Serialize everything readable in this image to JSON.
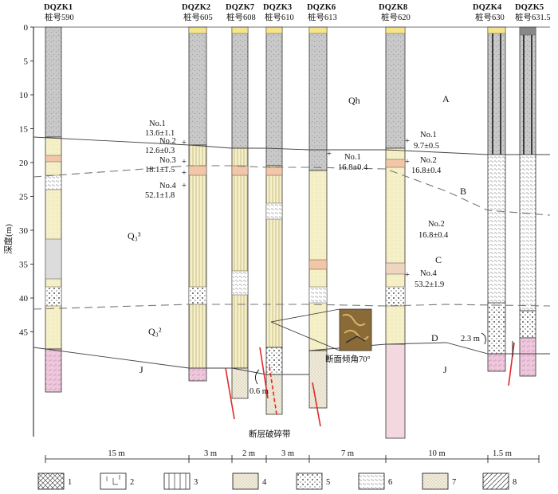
{
  "yaxis": {
    "label": "深度(m)",
    "ticks": [
      0,
      5,
      10,
      15,
      20,
      25,
      30,
      35,
      40,
      45
    ]
  },
  "boreholes": [
    {
      "id": "DQZK1",
      "pile": "桩号590"
    },
    {
      "id": "DQZK2",
      "pile": "桩号605"
    },
    {
      "id": "DQZK7",
      "pile": "桩号608"
    },
    {
      "id": "DQZK3",
      "pile": "桩号610"
    },
    {
      "id": "DQZK6",
      "pile": "桩号613"
    },
    {
      "id": "DQZK8",
      "pile": "桩号620"
    },
    {
      "id": "DQZK4",
      "pile": "桩号630"
    },
    {
      "id": "DQZK5",
      "pile": "桩号631.5"
    }
  ],
  "strata_labels": {
    "qh": "Qh",
    "q3": "Q₃³",
    "q3b": "Q₃²",
    "j_left": "J",
    "j_right": "J",
    "layer_a": "A",
    "layer_b": "B",
    "layer_c": "C",
    "layer_d": "D"
  },
  "samples": [
    {
      "no": "No.1",
      "age": "13.6±1.1"
    },
    {
      "no": "No.2",
      "age": "12.6±0.3"
    },
    {
      "no": "No.3",
      "age": "18.1±1.5"
    },
    {
      "no": "No.4",
      "age": "52.1±1.8"
    },
    {
      "no": "No.1",
      "age": "16.8±0.4"
    },
    {
      "no": "No.1",
      "age": "9.7±0.5"
    },
    {
      "no": "No.2",
      "age": "16.8±0.4"
    },
    {
      "no": "No.2",
      "age": "16.8±0.4"
    },
    {
      "no": "No.4",
      "age": "53.2±1.9"
    }
  ],
  "annotations": {
    "dip": "断面倾角70°",
    "fault_zone": "断层破碎带",
    "offset_left": "0.6 m",
    "offset_right": "2.3 m"
  },
  "spacing": [
    "15 m",
    "3 m",
    "2 m",
    "3 m",
    "7 m",
    "10 m",
    "1.5 m"
  ],
  "legend": [
    "1",
    "2",
    "3",
    "4",
    "5",
    "6",
    "7",
    "8"
  ],
  "colors": {
    "gray_fill": "#c9c9c9",
    "cream_fill": "#f6f0c8",
    "pink_fill": "#efc7dd",
    "orange_fill": "#f2c6a6",
    "fault_red": "#e3282a",
    "dark_line": "#333333"
  }
}
